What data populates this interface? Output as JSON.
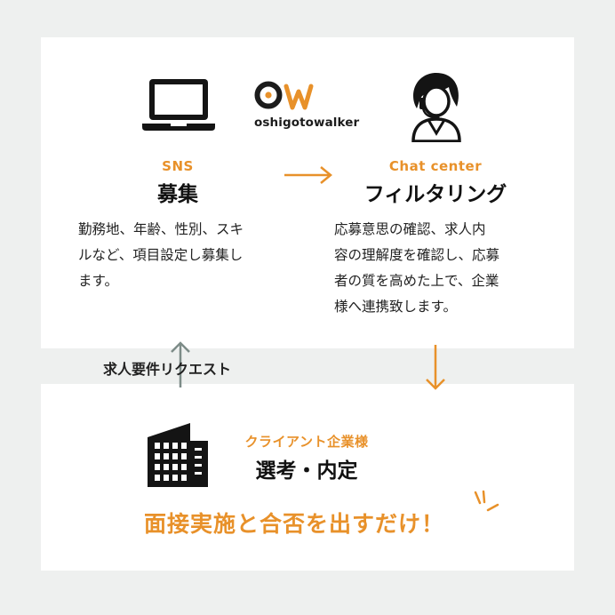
{
  "brand": {
    "logo_mark": "Ow",
    "logo_text": "oshigotowalker"
  },
  "sns": {
    "label": "SNS",
    "title": "募集",
    "body": [
      "勤務地、年齢、性別、スキ",
      "ルなど、項目設定し募集し",
      "ます。"
    ],
    "icon": "laptop-icon"
  },
  "chat": {
    "label": "Chat center",
    "title": "フィルタリング",
    "body": [
      "応募意思の確認、求人内",
      "容の理解度を確認し、応募",
      "者の質を高めた上で、企業",
      "様へ連携致します。"
    ],
    "icon": "operator-headset-icon"
  },
  "client": {
    "label": "クライアント企業様",
    "title": "選考・内定",
    "icon": "office-building-icon"
  },
  "request_label": "求人要件リクエスト",
  "tagline": "面接実施と合否を出すだけ！",
  "colors": {
    "accent": "#e8912a",
    "background": "#eef0ef",
    "panel": "#ffffff",
    "up_arrow": "#7d8c88"
  }
}
